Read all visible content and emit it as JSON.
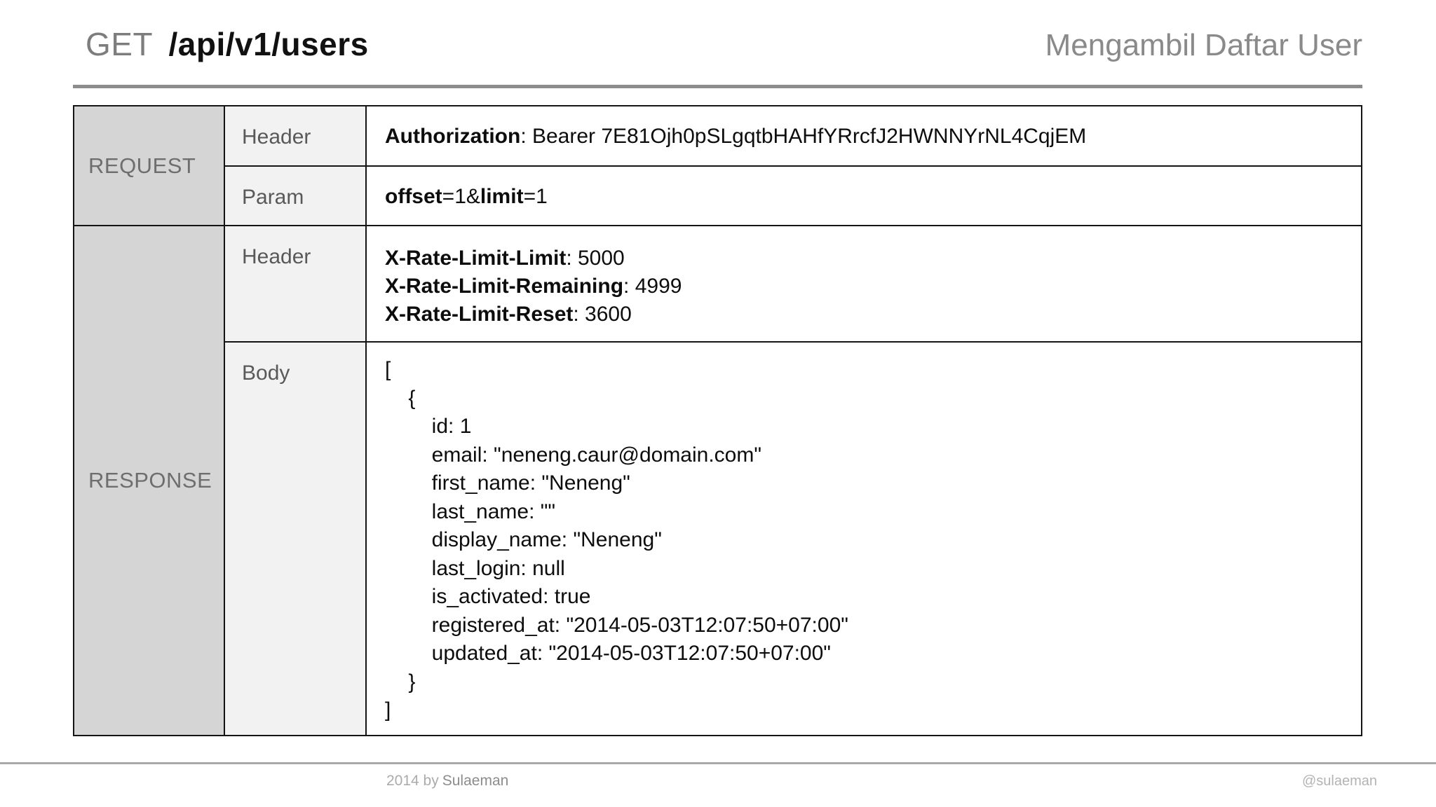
{
  "header": {
    "method": "GET",
    "path": "/api/v1/users",
    "subtitle": "Mengambil Daftar User"
  },
  "table": {
    "request": {
      "label": "REQUEST",
      "header_row": {
        "label": "Header",
        "key": "Authorization",
        "value": ": Bearer 7E81Ojh0pSLgqtbHAHfYRrcfJ2HWNNYrNL4CqjEM"
      },
      "param_row": {
        "label": "Param",
        "parts": [
          "offset",
          "=1&",
          "limit",
          "=1"
        ]
      }
    },
    "response": {
      "label": "RESPONSE",
      "header_row": {
        "label": "Header",
        "lines": [
          {
            "key": "X-Rate-Limit-Limit",
            "value": ": 5000"
          },
          {
            "key": "X-Rate-Limit-Remaining",
            "value": ": 4999"
          },
          {
            "key": "X-Rate-Limit-Reset",
            "value": ": 3600"
          }
        ]
      },
      "body_row": {
        "label": "Body",
        "content": "[\n    {\n        id: 1\n        email: \"neneng.caur@domain.com\"\n        first_name: \"Neneng\"\n        last_name: \"\"\n        display_name: \"Neneng\"\n        last_login: null\n        is_activated: true\n        registered_at: \"2014-05-03T12:07:50+07:00\"\n        updated_at: \"2014-05-03T12:07:50+07:00\"\n    }\n]"
      }
    }
  },
  "footer": {
    "left_muted": "2014 by",
    "left_name": "Sulaeman",
    "right": "@sulaeman"
  },
  "colors": {
    "section_label_bg": "#d5d5d5",
    "field_label_bg": "#f2f2f2",
    "table_border": "#141414",
    "title_method": "#7d7d7d",
    "subtitle_gray": "#8a8a8a",
    "rule_gray": "#8c8c8c"
  }
}
